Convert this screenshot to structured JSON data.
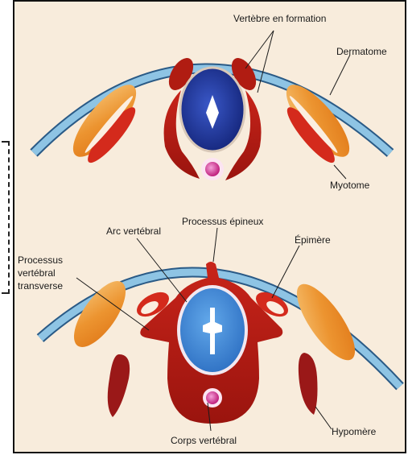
{
  "labels": {
    "vertebre_en_formation": "Vertèbre en formation",
    "dermatome": "Dermatome",
    "myotome": "Myotome",
    "arc_vertebral": "Arc vertébral",
    "processus_epineux": "Processus épineux",
    "epimere": "Épimère",
    "processus_line1": "Processus",
    "processus_line2": "vertébral",
    "processus_line3": "transverse",
    "hypomere": "Hypomère",
    "corps_vertebral": "Corps vertébral"
  },
  "colors": {
    "background": "#f8ecdc",
    "skin_band": "#7ab6dc",
    "dermatome": "#ec9430",
    "myotome_red": "#d42a1c",
    "vertebra_dark_red": "#a81810",
    "vertebral_body_blue": "#1c3290",
    "mature_canal_blue": "#2f7ed0",
    "notochord_pink": "#d8389c",
    "hypomere": "#9a1818"
  }
}
